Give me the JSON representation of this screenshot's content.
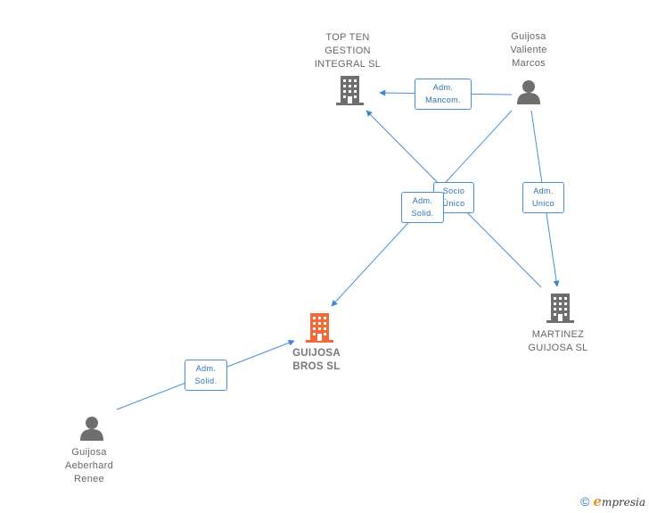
{
  "nodes": {
    "top_ten": {
      "label": "TOP TEN\nGESTION\nINTEGRAL SL",
      "type": "company"
    },
    "guijosa_valiente": {
      "label": "Guijosa\nValiente\nMarcos",
      "type": "person"
    },
    "guijosa_bros": {
      "label": "GUIJOSA\nBROS SL",
      "type": "company-main"
    },
    "martinez_guijosa": {
      "label": "MARTINEZ\nGUIJOSA SL",
      "type": "company"
    },
    "guijosa_aeberhard": {
      "label": "Guijosa\nAeberhard\nRenee",
      "type": "person"
    }
  },
  "edges": {
    "valiente_topten": {
      "label": "Adm.\nMancom."
    },
    "martinez_topten": {
      "label": "Socio\nÚnico"
    },
    "valiente_bros": {
      "label": "Adm.\nSolid."
    },
    "valiente_martinez": {
      "label": "Adm.\nUnico"
    },
    "aeberhard_bros": {
      "label": "Adm.\nSolid."
    }
  },
  "colors": {
    "edge": "#4a8fd6",
    "node": "#6e6e6e",
    "main_node": "#f06a3a"
  },
  "brand": {
    "copyright": "©",
    "e": "e",
    "rest": "mpresia"
  }
}
